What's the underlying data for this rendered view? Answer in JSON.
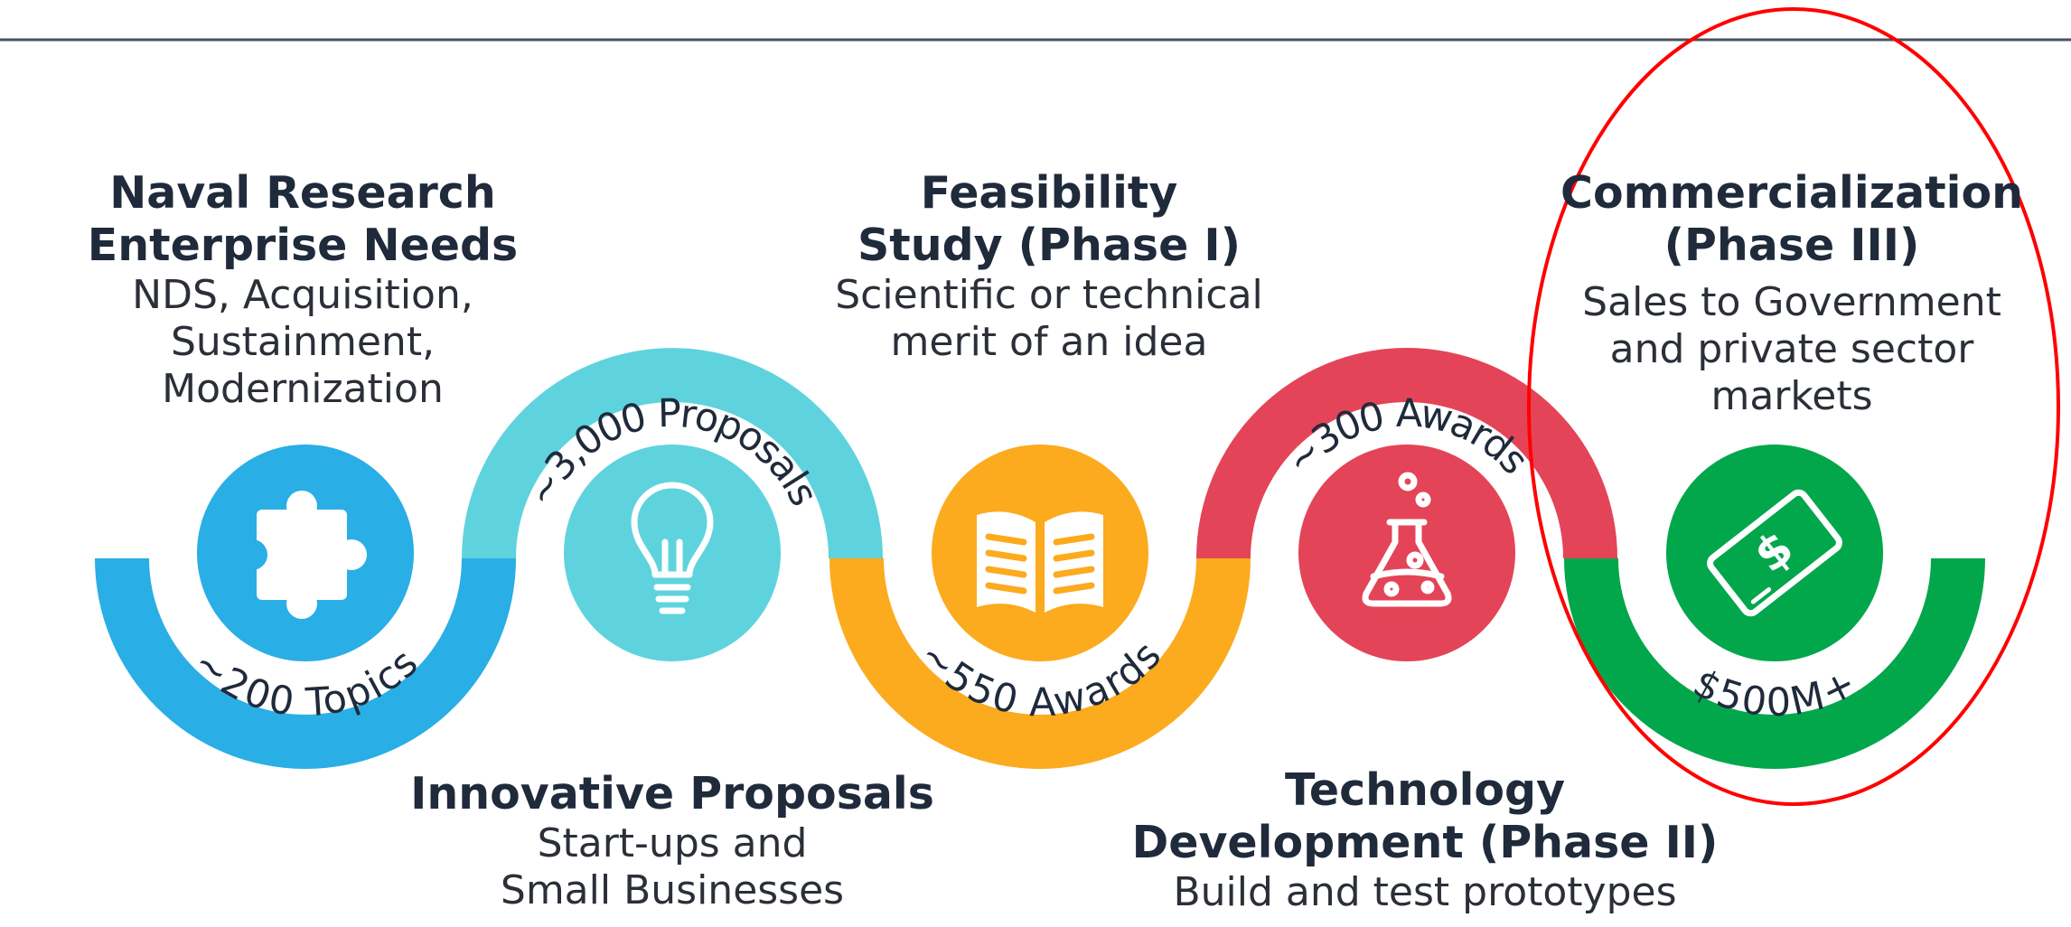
{
  "colors": {
    "stage1": "#29aee6",
    "stage2": "#5ed3de",
    "stage3": "#fbab1d",
    "stage4": "#e44457",
    "stage5": "#02a74c",
    "rule": "#4a5161",
    "highlight": "#ff0000"
  },
  "stages": [
    {
      "heading_lines": [
        "Naval Research",
        "Enterprise Needs"
      ],
      "description_lines": [
        "NDS, Acquisition, Sustainment,",
        "Modernization"
      ],
      "arc_label": "~200 Topics",
      "icon": "puzzle-piece-icon"
    },
    {
      "heading_lines": [
        "Innovative Proposals"
      ],
      "description_lines": [
        "Start-ups and",
        "Small Businesses"
      ],
      "arc_label": "~3,000 Proposals",
      "icon": "lightbulb-icon"
    },
    {
      "heading_lines": [
        "Feasibility",
        "Study (Phase I)"
      ],
      "description_lines": [
        "Scientific or technical",
        "merit of an idea"
      ],
      "arc_label": "~550 Awards",
      "icon": "open-book-icon"
    },
    {
      "heading_lines": [
        "Technology",
        "Development (Phase II)"
      ],
      "description_lines": [
        "Build and test prototypes"
      ],
      "arc_label": "~300 Awards",
      "icon": "flask-icon"
    },
    {
      "heading_lines": [
        "Commercialization",
        "(Phase III)"
      ],
      "description_lines": [
        "Sales to Government",
        "and private sector",
        "markets"
      ],
      "arc_label": "$500M+",
      "icon": "money-bill-icon"
    }
  ]
}
